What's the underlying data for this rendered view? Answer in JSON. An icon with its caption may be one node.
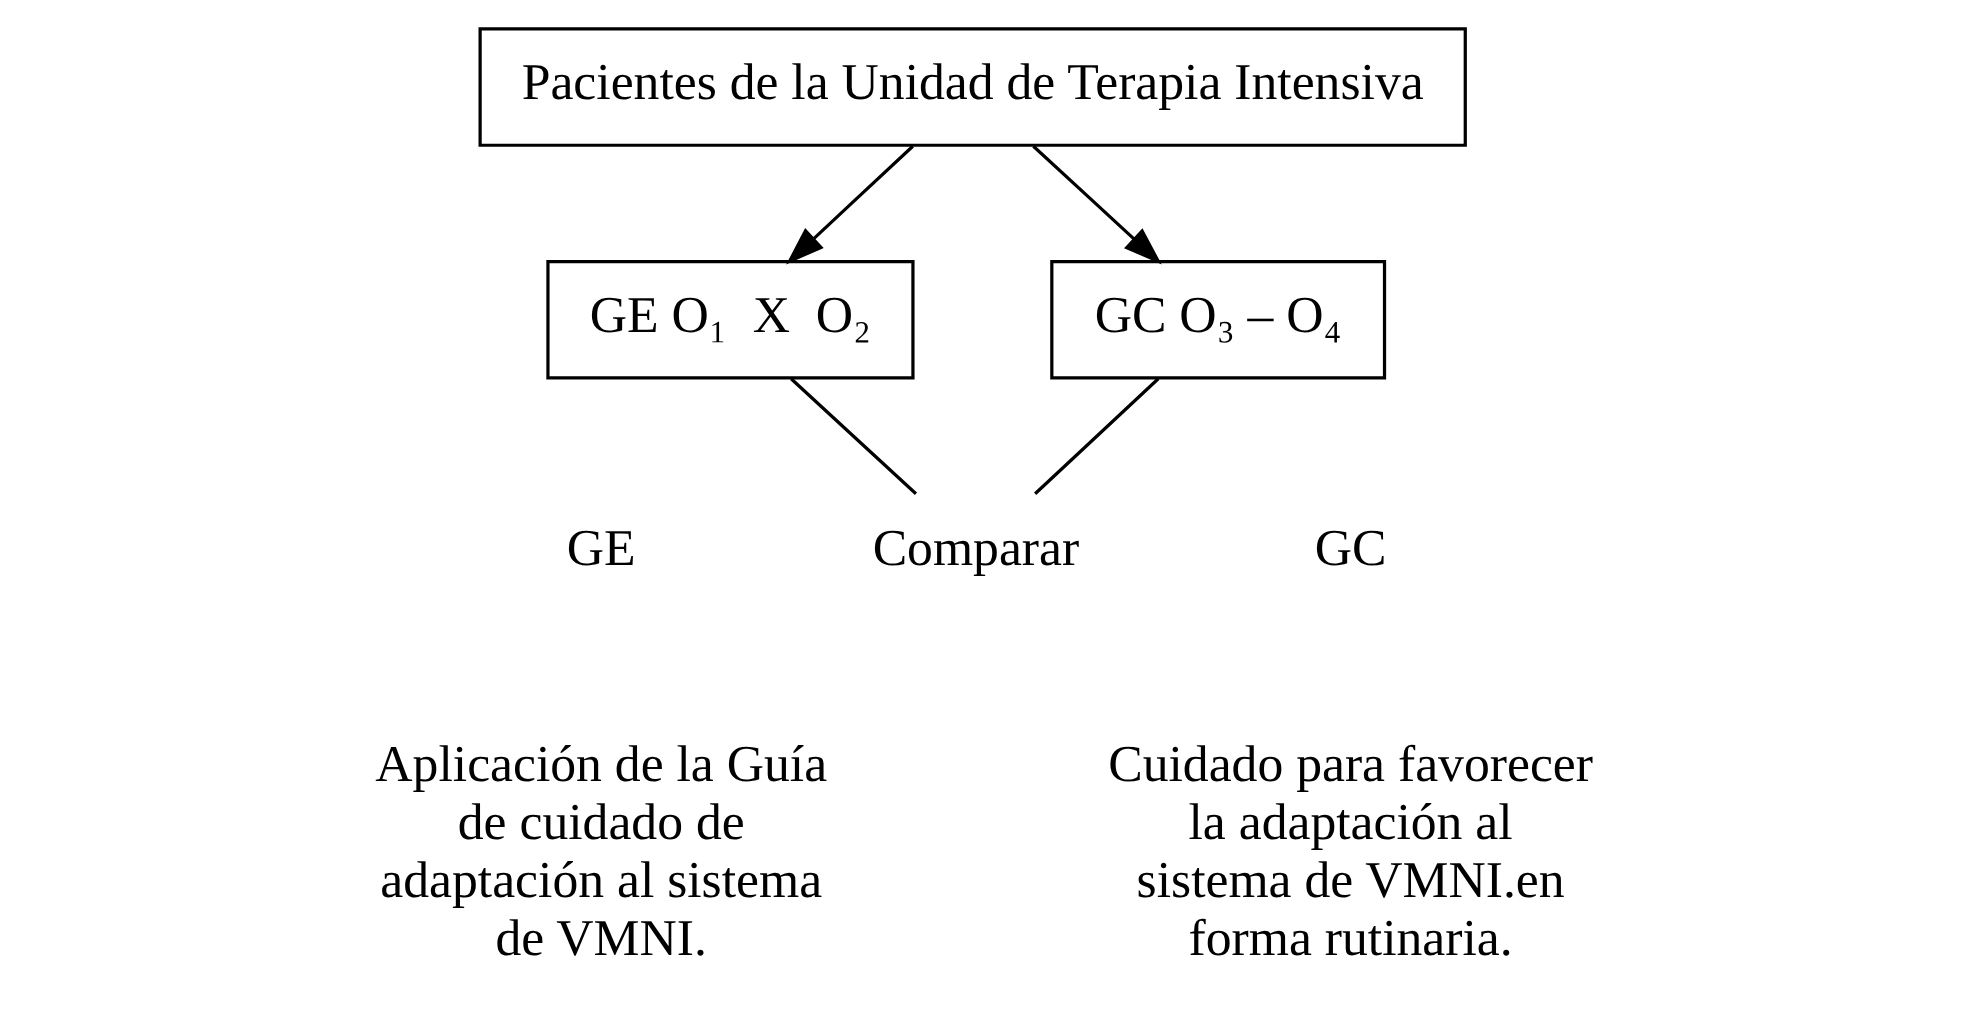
{
  "diagram": {
    "nodes": [
      {
        "text": [
          "Pacientes de la Unidad de Terapia Intensiva"
        ]
      },
      {
        "text": [
          "GE O₁  X  O₂"
        ]
      },
      {
        "text": [
          "GC O₃ – O₄"
        ]
      },
      {
        "text": [
          "Comparar"
        ]
      }
    ],
    "edges": [
      {
        "from": 0,
        "to": 1,
        "arrow": "to"
      },
      {
        "from": 0,
        "to": 2,
        "arrow": "to"
      },
      {
        "from": 1,
        "to": 3,
        "arrow": "none"
      },
      {
        "from": 2,
        "to": 3,
        "arrow": "none"
      }
    ],
    "labels": [
      "GE",
      "GC",
      "Aplicación de la Guía de cuidado de adaptación al sistema de VMNI.",
      "Cuidado para favorecer la adaptación al sistema de VMNI.en forma rutinaria."
    ]
  }
}
